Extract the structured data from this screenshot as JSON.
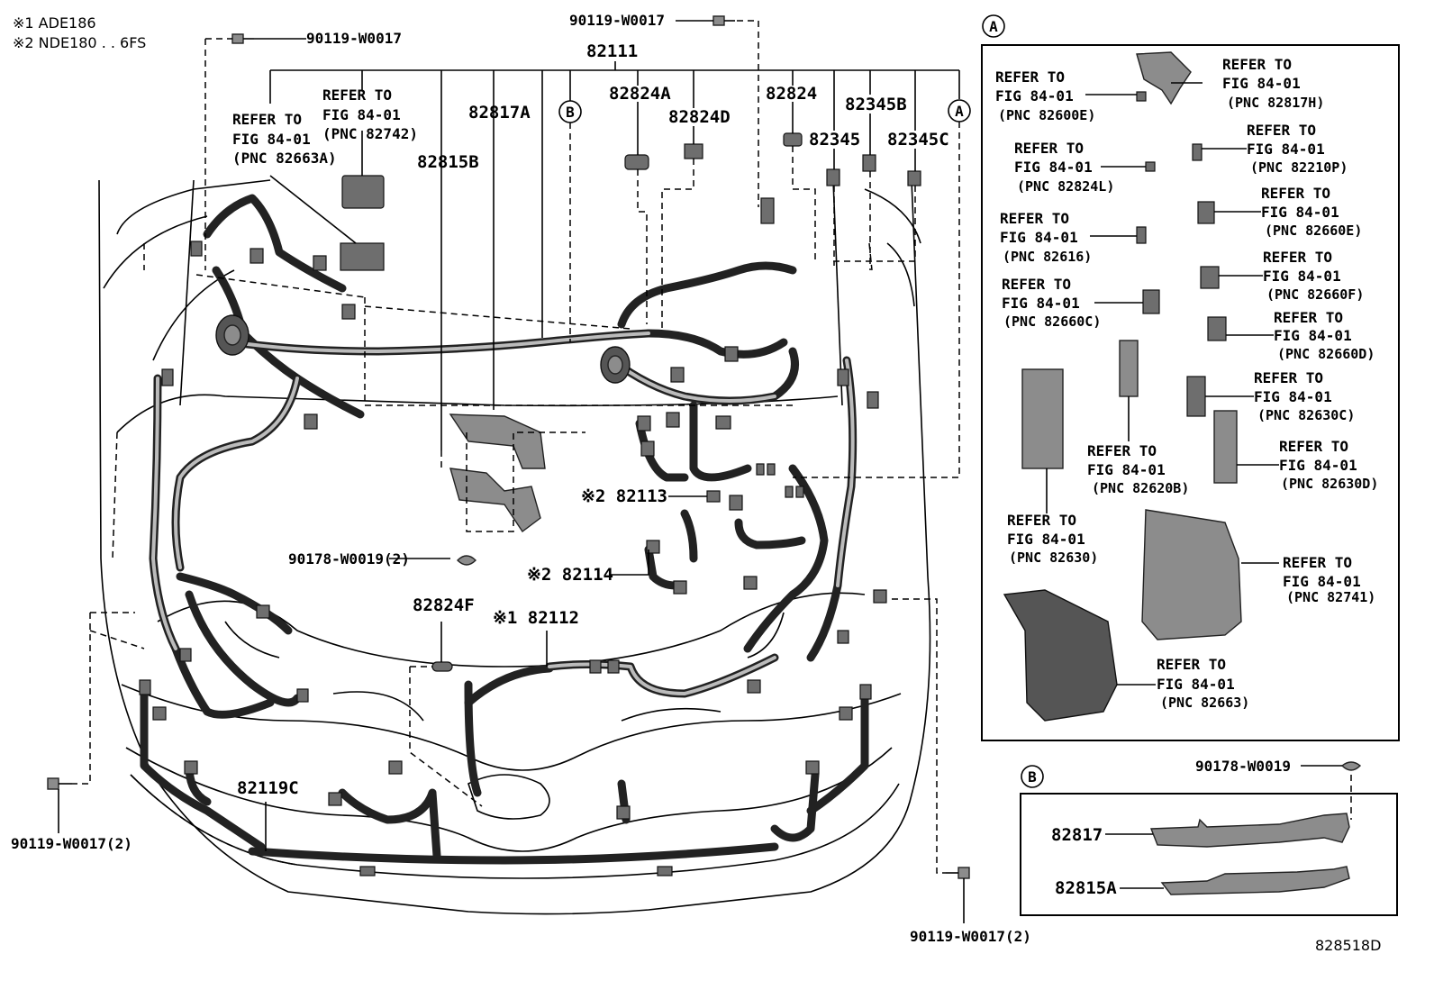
{
  "notes": [
    "※1 ADE186",
    "※2 NDE180 . . 6FS"
  ],
  "callouts": {
    "p82111": "82111",
    "p82824A": "82824A",
    "p82824D": "82824D",
    "p82824": "82824",
    "p82345B": "82345B",
    "p82345": "82345",
    "p82345C": "82345C",
    "p82817A": "82817A",
    "p82815B": "82815B",
    "p82113": "※2 82113",
    "p82114": "※2 82114",
    "p82824F": "82824F",
    "p82112": "※1 82112",
    "p82119C": "82119C",
    "bolt_top_left": "90119-W0017",
    "bolt_top_center": "90119-W0017",
    "clip_center": "90178-W0019(2)",
    "bolt_left": "90119-W0017(2)",
    "bolt_bottom_right": "90119-W0017(2)"
  },
  "refer_left": [
    {
      "line1": "REFER TO",
      "line2": "FIG 84-01",
      "line3": "(PNC 82742)"
    },
    {
      "line1": "REFER TO",
      "line2": "FIG 84-01",
      "line3": "(PNC 82663A)"
    }
  ],
  "circle_labels": {
    "a": "A",
    "b": "B"
  },
  "panel_a": {
    "marker": "A",
    "refs": [
      {
        "line1": "REFER TO",
        "line2": "FIG 84-01",
        "line3": "(PNC 82600E)"
      },
      {
        "line1": "REFER TO",
        "line2": "FIG 84-01",
        "line3": "(PNC 82817H)"
      },
      {
        "line1": "REFER TO",
        "line2": "FIG 84-01",
        "line3": "(PNC 82210P)"
      },
      {
        "line1": "REFER TO",
        "line2": "FIG 84-01",
        "line3": "(PNC 82824L)"
      },
      {
        "line1": "REFER TO",
        "line2": "FIG 84-01",
        "line3": "(PNC 82660E)"
      },
      {
        "line1": "REFER TO",
        "line2": "FIG 84-01",
        "line3": "(PNC 82616)"
      },
      {
        "line1": "REFER TO",
        "line2": "FIG 84-01",
        "line3": "(PNC 82660F)"
      },
      {
        "line1": "REFER TO",
        "line2": "FIG 84-01",
        "line3": "(PNC 82660C)"
      },
      {
        "line1": "REFER TO",
        "line2": "FIG 84-01",
        "line3": "(PNC 82660D)"
      },
      {
        "line1": "REFER TO",
        "line2": "FIG 84-01",
        "line3": "(PNC 82630C)"
      },
      {
        "line1": "REFER TO",
        "line2": "FIG 84-01",
        "line3": "(PNC 82620B)"
      },
      {
        "line1": "REFER TO",
        "line2": "FIG 84-01",
        "line3": "(PNC 82630D)"
      },
      {
        "line1": "REFER TO",
        "line2": "FIG 84-01",
        "line3": "(PNC 82630)"
      },
      {
        "line1": "REFER TO",
        "line2": "FIG 84-01",
        "line3": "(PNC 82741)"
      },
      {
        "line1": "REFER TO",
        "line2": "FIG 84-01",
        "line3": "(PNC 82663)"
      }
    ]
  },
  "panel_b": {
    "marker": "B",
    "clip": "90178-W0019",
    "part1": "82817",
    "part2": "82815A"
  },
  "figure_id": "828518D"
}
